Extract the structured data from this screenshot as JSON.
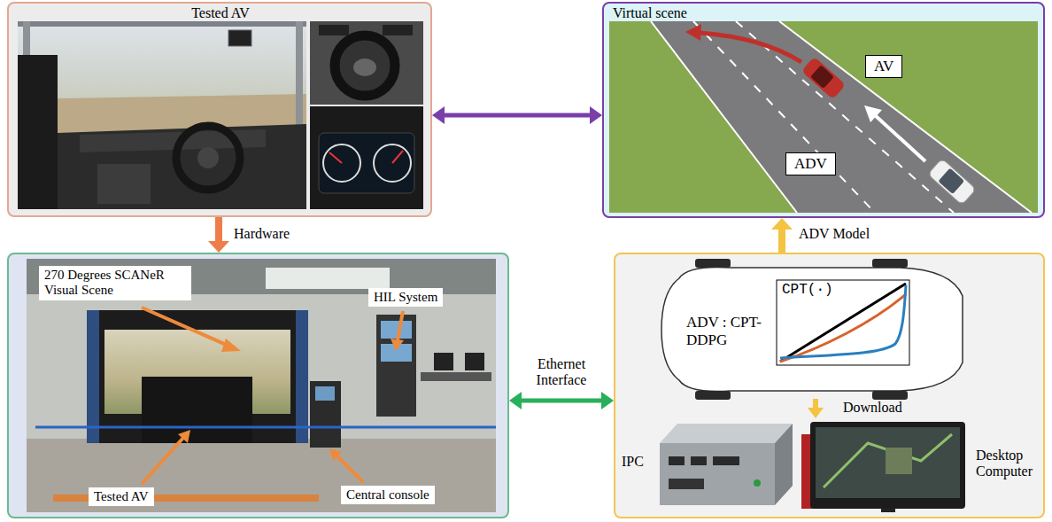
{
  "diagram": {
    "nodes": [
      {
        "text": [
          "Tested AV"
        ]
      },
      {
        "text": [
          "Virtual scene"
        ]
      },
      {
        "text": [
          "AV"
        ],
        "in": 1
      },
      {
        "text": [
          "ADV"
        ],
        "in": 1
      },
      {
        "text": [
          "270 Degrees SCANeR Visual Scene",
          "HIL System",
          "Tested AV",
          "Central console"
        ]
      },
      {
        "text": [
          "IPC",
          "Desktop Computer"
        ]
      },
      {
        "text": [
          "ADV : CPT-DDPG",
          "CPT(·)"
        ],
        "in": 5
      }
    ],
    "edges": [
      {
        "from": 0,
        "to": 4,
        "label": "Hardware",
        "arrow": "to"
      },
      {
        "from": 0,
        "to": 1,
        "arrow": "both"
      },
      {
        "from": 4,
        "to": 5,
        "label": "Ethernet Interface",
        "arrow": "both"
      },
      {
        "from": 5,
        "to": 1,
        "label": "ADV Model",
        "arrow": "to"
      }
    ],
    "labels": [
      "Download"
    ]
  }
}
